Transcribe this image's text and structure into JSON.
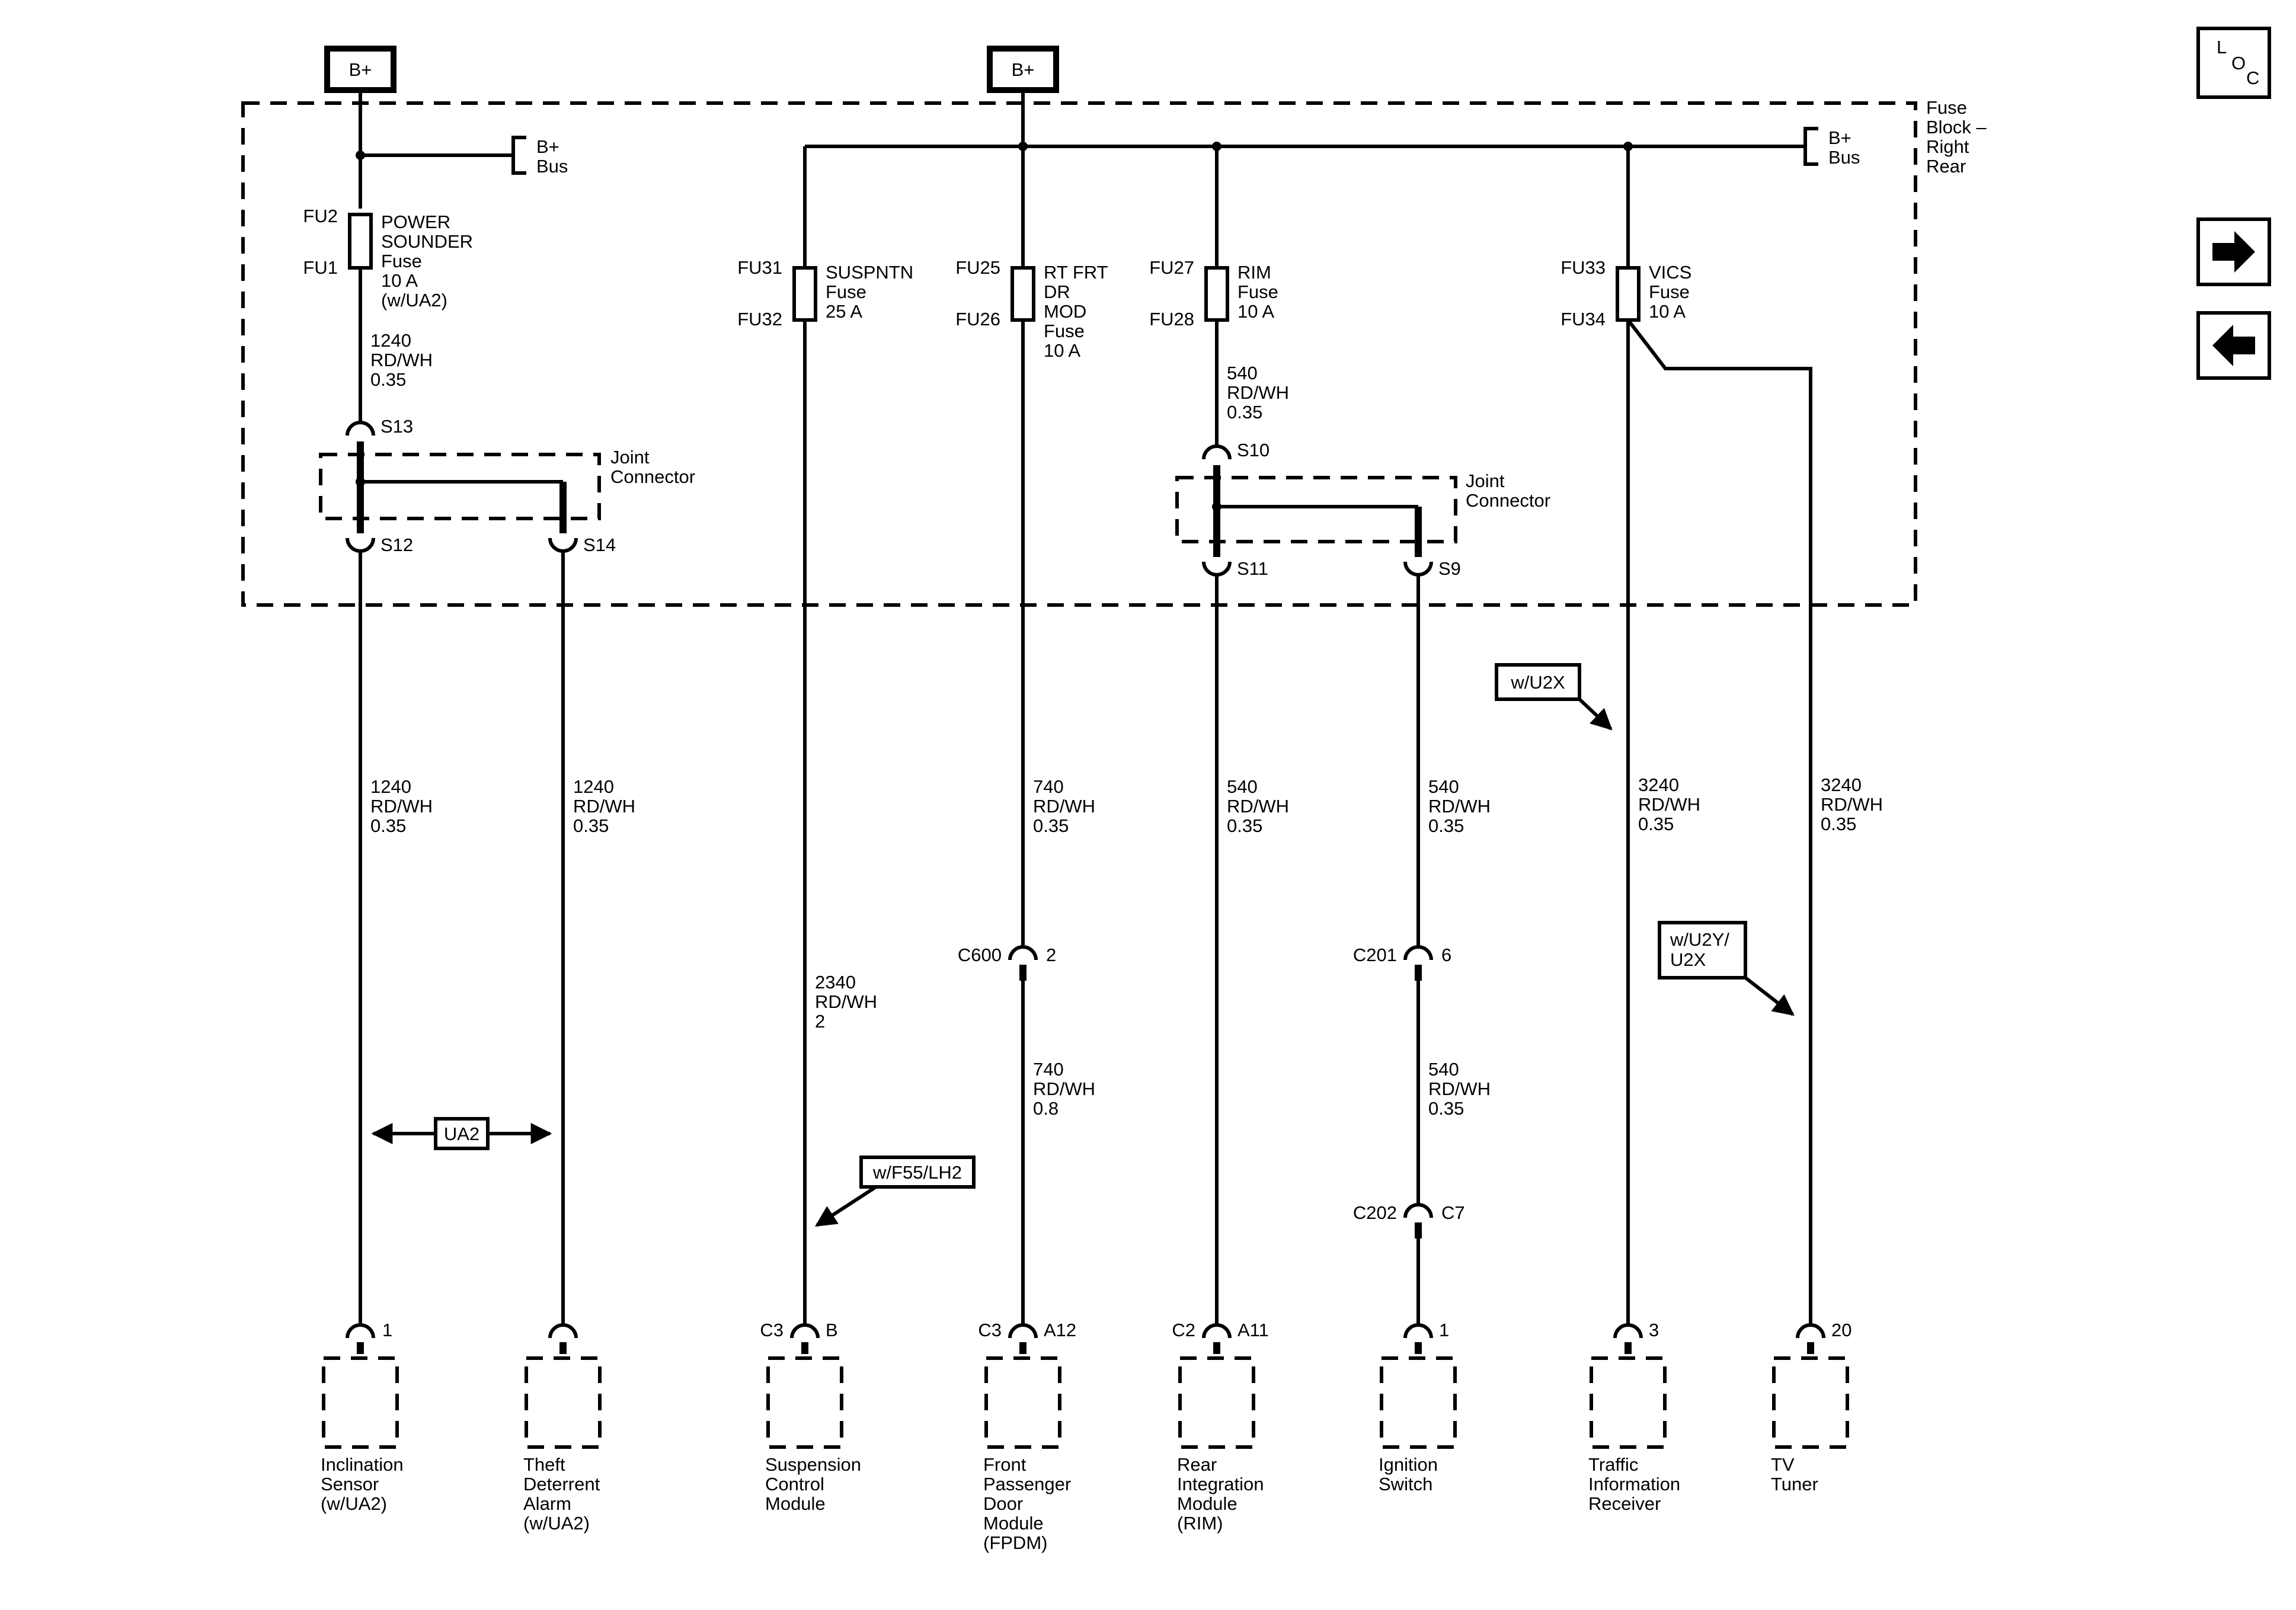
{
  "power": {
    "left": "B+",
    "right": "B+"
  },
  "fuse_block": {
    "line1": "Fuse",
    "line2": "Block –",
    "line3": "Right",
    "line4": "Rear"
  },
  "bus_left": {
    "line1": "B+",
    "line2": "Bus"
  },
  "bus_right": {
    "line1": "B+",
    "line2": "Bus"
  },
  "fuses": [
    {
      "top": "FU2",
      "bottom": "FU1",
      "lines": [
        "POWER",
        "SOUNDER",
        "Fuse",
        "10 A",
        "(w/UA2)"
      ]
    },
    {
      "top": "FU31",
      "bottom": "FU32",
      "lines": [
        "SUSPNTN",
        "Fuse",
        "25 A"
      ]
    },
    {
      "top": "FU25",
      "bottom": "FU26",
      "lines": [
        "RT FRT",
        "DR",
        "MOD",
        "Fuse",
        "10 A"
      ]
    },
    {
      "top": "FU27",
      "bottom": "FU28",
      "lines": [
        "RIM",
        "Fuse",
        "10 A"
      ]
    },
    {
      "top": "FU33",
      "bottom": "FU34",
      "lines": [
        "VICS",
        "Fuse",
        "10 A"
      ]
    }
  ],
  "splices": {
    "s13": "S13",
    "s12": "S12",
    "s14": "S14",
    "s10": "S10",
    "s11": "S11",
    "s9": "S9"
  },
  "joint": {
    "line1": "Joint",
    "line2": "Connector"
  },
  "wires": {
    "w1": [
      "1240",
      "RD/WH",
      "0.35"
    ],
    "w2": [
      "1240",
      "RD/WH",
      "0.35"
    ],
    "w3": [
      "1240",
      "RD/WH",
      "0.35"
    ],
    "w4": [
      "540",
      "RD/WH",
      "0.35"
    ],
    "w5": [
      "740",
      "RD/WH",
      "0.35"
    ],
    "w6": [
      "540",
      "RD/WH",
      "0.35"
    ],
    "w7": [
      "540",
      "RD/WH",
      "0.35"
    ],
    "w8": [
      "3240",
      "RD/WH",
      "0.35"
    ],
    "w9": [
      "3240",
      "RD/WH",
      "0.35"
    ],
    "w10": [
      "2340",
      "RD/WH",
      "2"
    ],
    "w11": [
      "740",
      "RD/WH",
      "0.8"
    ],
    "w12": [
      "540",
      "RD/WH",
      "0.35"
    ]
  },
  "connectors": {
    "c600": "C600",
    "c600p": "2",
    "c201": "C201",
    "c201p": "6",
    "c202": "C202",
    "c202p": "C7"
  },
  "options": {
    "ua2": "UA2",
    "u2x": "w/U2X",
    "u2y1": "w/U2Y/",
    "u2y2": "U2X",
    "f55": "w/F55/LH2"
  },
  "pins": [
    {
      "conn": "",
      "pin": "1"
    },
    {
      "conn": "",
      "pin": ""
    },
    {
      "conn": "C3",
      "pin": "B"
    },
    {
      "conn": "C3",
      "pin": "A12"
    },
    {
      "conn": "C2",
      "pin": "A11"
    },
    {
      "conn": "",
      "pin": "1"
    },
    {
      "conn": "",
      "pin": "3"
    },
    {
      "conn": "",
      "pin": "20"
    }
  ],
  "components": [
    [
      "Inclination",
      "Sensor",
      "(w/UA2)"
    ],
    [
      "Theft",
      "Deterrent",
      "Alarm",
      "(w/UA2)"
    ],
    [
      "Suspension",
      "Control",
      "Module"
    ],
    [
      "Front",
      "Passenger",
      "Door",
      "Module",
      "(FPDM)"
    ],
    [
      "Rear",
      "Integration",
      "Module",
      "(RIM)"
    ],
    [
      "Ignition",
      "Switch"
    ],
    [
      "Traffic",
      "Information",
      "Receiver"
    ],
    [
      "TV",
      "Tuner"
    ]
  ],
  "nav": {
    "loc_l": "L",
    "loc_o": "O",
    "loc_c": "C",
    "next_icon": "arrow-right-icon",
    "prev_icon": "arrow-left-icon"
  }
}
